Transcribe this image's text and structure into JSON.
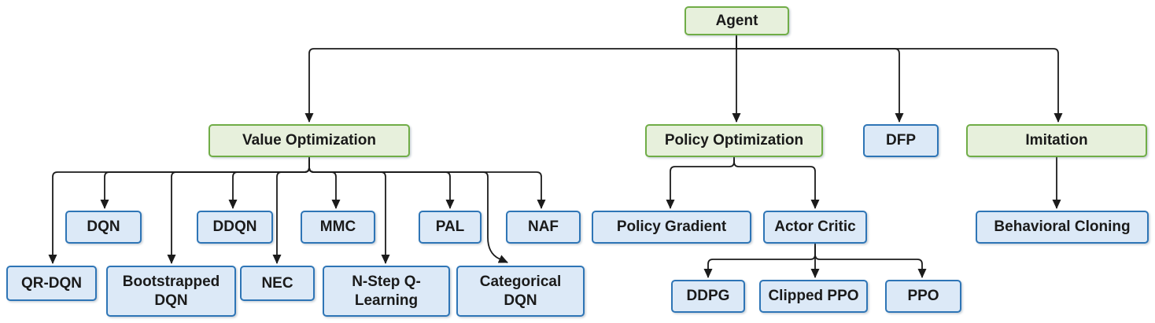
{
  "diagram": {
    "type": "hierarchy-tree",
    "nodes": {
      "agent": {
        "label": "Agent",
        "type": "category"
      },
      "value_optimization": {
        "label": "Value Optimization",
        "type": "category"
      },
      "policy_optimization": {
        "label": "Policy Optimization",
        "type": "category"
      },
      "dfp": {
        "label": "DFP",
        "type": "algorithm"
      },
      "imitation": {
        "label": "Imitation",
        "type": "category"
      },
      "dqn": {
        "label": "DQN",
        "type": "algorithm"
      },
      "ddqn": {
        "label": "DDQN",
        "type": "algorithm"
      },
      "mmc": {
        "label": "MMC",
        "type": "algorithm"
      },
      "pal": {
        "label": "PAL",
        "type": "algorithm"
      },
      "naf": {
        "label": "NAF",
        "type": "algorithm"
      },
      "qr_dqn": {
        "label": "QR-DQN",
        "type": "algorithm"
      },
      "bootstrapped_dqn": {
        "label": "Bootstrapped DQN",
        "type": "algorithm"
      },
      "nec": {
        "label": "NEC",
        "type": "algorithm"
      },
      "n_step_q_learning": {
        "label": "N-Step Q-Learning",
        "type": "algorithm"
      },
      "categorical_dqn": {
        "label": "Categorical DQN",
        "type": "algorithm"
      },
      "policy_gradient": {
        "label": "Policy Gradient",
        "type": "algorithm"
      },
      "actor_critic": {
        "label": "Actor Critic",
        "type": "algorithm"
      },
      "behavioral_cloning": {
        "label": "Behavioral Cloning",
        "type": "algorithm"
      },
      "ddpg": {
        "label": "DDPG",
        "type": "algorithm"
      },
      "clipped_ppo": {
        "label": "Clipped PPO",
        "type": "algorithm"
      },
      "ppo": {
        "label": "PPO",
        "type": "algorithm"
      }
    },
    "edges": [
      [
        "agent",
        "value_optimization"
      ],
      [
        "agent",
        "policy_optimization"
      ],
      [
        "agent",
        "dfp"
      ],
      [
        "agent",
        "imitation"
      ],
      [
        "value_optimization",
        "qr_dqn"
      ],
      [
        "value_optimization",
        "dqn"
      ],
      [
        "value_optimization",
        "bootstrapped_dqn"
      ],
      [
        "value_optimization",
        "ddqn"
      ],
      [
        "value_optimization",
        "nec"
      ],
      [
        "value_optimization",
        "mmc"
      ],
      [
        "value_optimization",
        "n_step_q_learning"
      ],
      [
        "value_optimization",
        "pal"
      ],
      [
        "value_optimization",
        "categorical_dqn"
      ],
      [
        "value_optimization",
        "naf"
      ],
      [
        "policy_optimization",
        "policy_gradient"
      ],
      [
        "policy_optimization",
        "actor_critic"
      ],
      [
        "actor_critic",
        "ddpg"
      ],
      [
        "actor_critic",
        "clipped_ppo"
      ],
      [
        "actor_critic",
        "ppo"
      ],
      [
        "imitation",
        "behavioral_cloning"
      ]
    ],
    "colors": {
      "category_fill": "#E7F0DC",
      "category_border": "#70AD47",
      "algorithm_fill": "#DCE9F7",
      "algorithm_border": "#2E75B6",
      "connector": "#1b1b1b",
      "background": "#ffffff"
    }
  }
}
